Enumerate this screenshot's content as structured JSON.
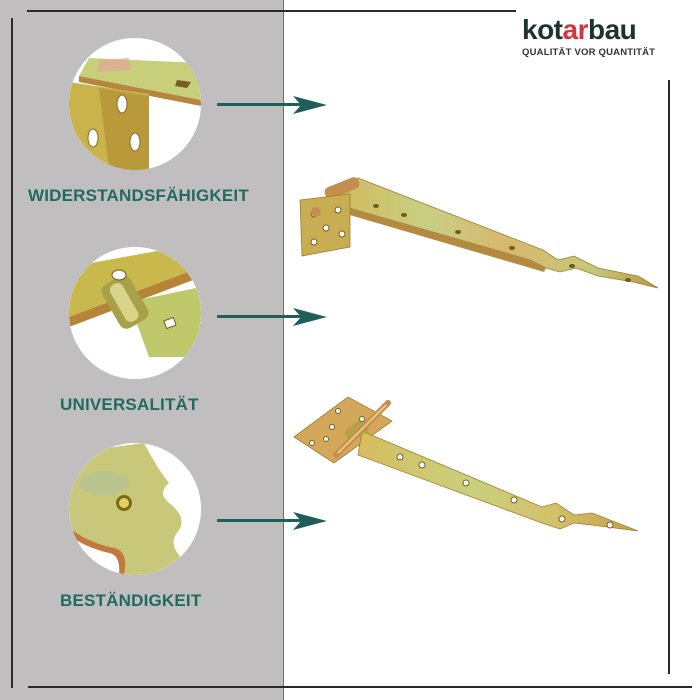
{
  "brand": {
    "name_part1": "kot",
    "name_accent": "ar",
    "name_part2": "bau",
    "tagline": "QUALITÄT VOR QUANTITÄT",
    "color_dark": "#1d3331",
    "color_accent": "#d6333d"
  },
  "features": [
    {
      "label": "WIDERSTANDSFÄHIGKEIT",
      "icon": "hinge-corner-closeup"
    },
    {
      "label": "UNIVERSALITÄT",
      "icon": "hinge-knuckle-closeup"
    },
    {
      "label": "BESTÄNDIGKEIT",
      "icon": "hinge-tip-closeup"
    }
  ],
  "products": [
    {
      "name": "angled-strap-hinge"
    },
    {
      "name": "t-strap-hinge"
    }
  ],
  "colors": {
    "panel_gray": "#c0bebf",
    "label_teal": "#1f6b5f",
    "arrow_teal": "#1f5f58"
  }
}
